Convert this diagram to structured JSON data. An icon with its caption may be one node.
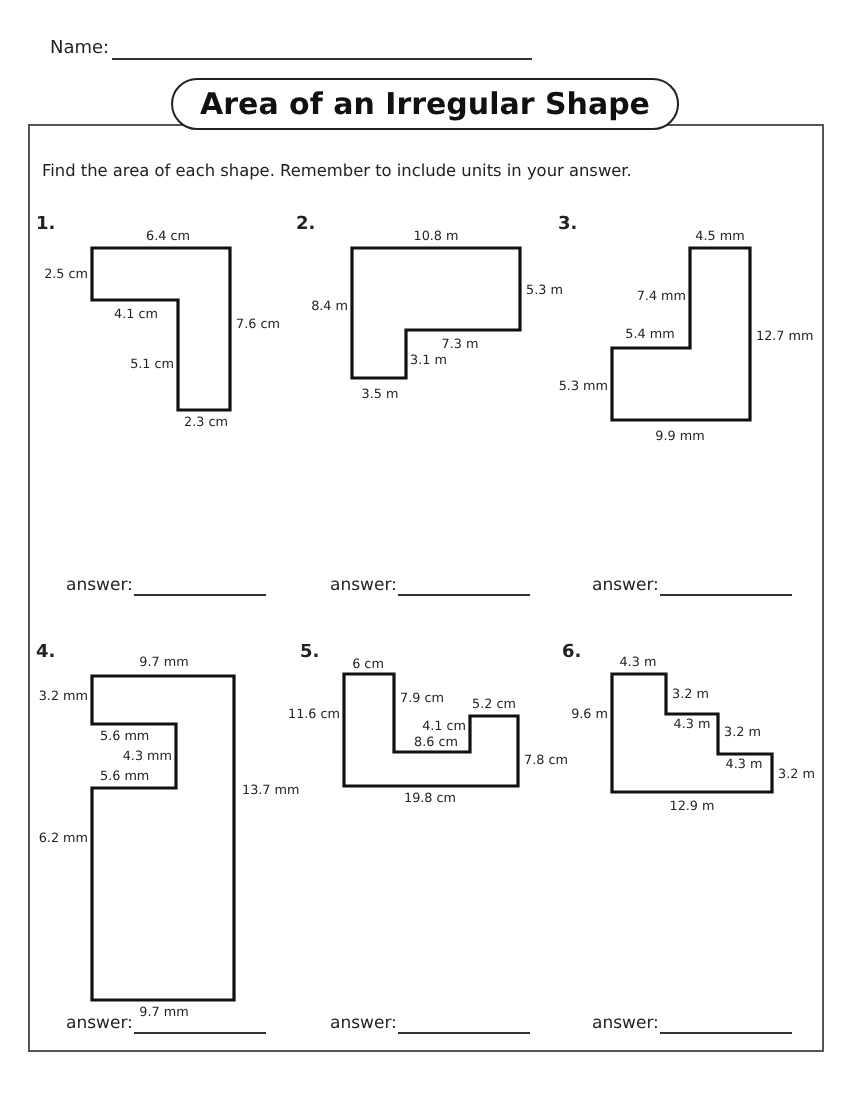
{
  "diagram": {
    "title": "Area of an Irregular Shape",
    "labels": [
      "Name:",
      "Find the area of each shape. Remember to include units in your answer.",
      "1.",
      "6.4 cm",
      "2.5 cm",
      "4.1 cm",
      "7.6 cm",
      "5.1 cm",
      "2.3 cm",
      "2.",
      "10.8 m",
      "8.4 m",
      "5.3 m",
      "7.3 m",
      "3.1 m",
      "3.5 m",
      "3.",
      "4.5 mm",
      "7.4 mm",
      "5.4 mm",
      "12.7 mm",
      "5.3 mm",
      "9.9 mm",
      "answer:",
      "answer:",
      "answer:",
      "4.",
      "9.7 mm",
      "3.2 mm",
      "5.6 mm",
      "4.3 mm",
      "5.6 mm",
      "13.7 mm",
      "6.2 mm",
      "9.7 mm",
      "5.",
      "6 cm",
      "11.6 cm",
      "7.9 cm",
      "5.2 cm",
      "4.1 cm",
      "8.6 cm",
      "7.8 cm",
      "19.8 cm",
      "6.",
      "4.3 m",
      "9.6 m",
      "3.2 m",
      "4.3 m",
      "3.2 m",
      "4.3 m",
      "3.2 m",
      "12.9 m",
      "answer:",
      "answer:",
      "answer:"
    ]
  }
}
